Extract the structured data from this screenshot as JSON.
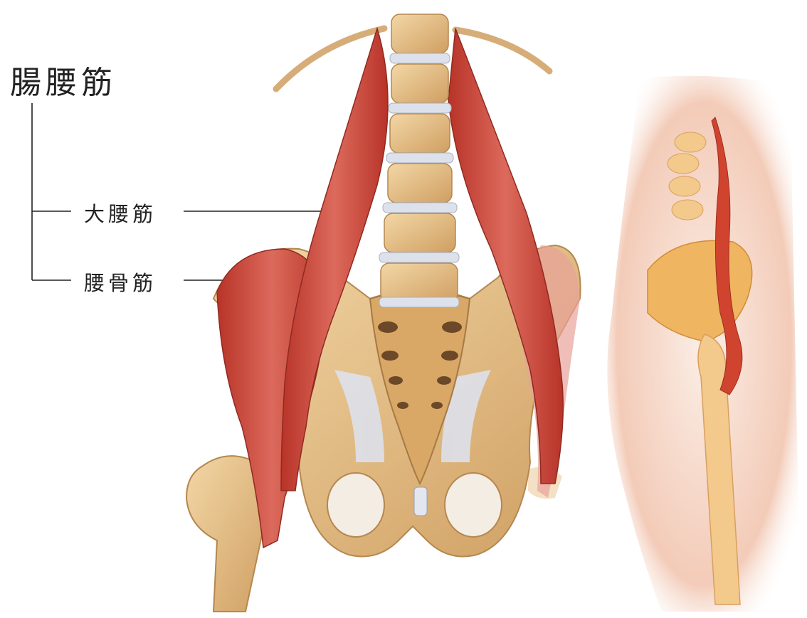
{
  "diagram": {
    "title": "腸腰筋",
    "labels": {
      "psoas_major": "大腰筋",
      "iliacus": "腰骨筋"
    }
  },
  "colors": {
    "muscle": "#c8443a",
    "muscle_light": "#e0776b",
    "bone": "#e9c28a",
    "bone_shade": "#c99a5c",
    "ligament": "#d9dde8",
    "skin": "#f3d8cc",
    "line": "#222222"
  }
}
